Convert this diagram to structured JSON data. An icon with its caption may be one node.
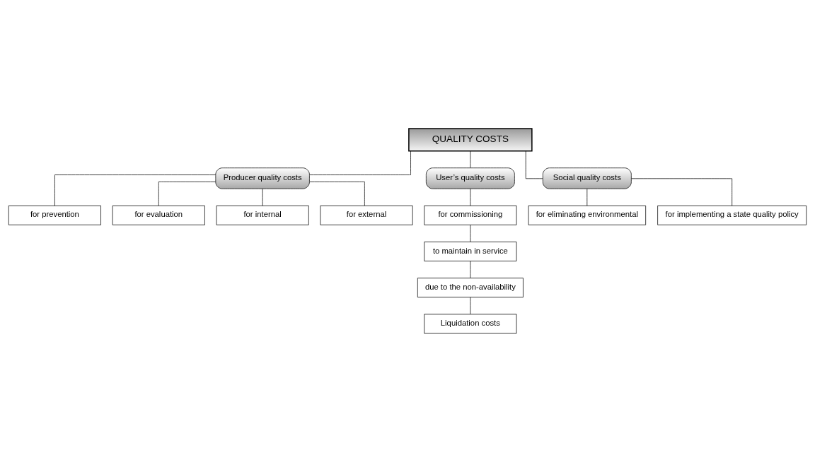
{
  "diagram": {
    "nodes": [
      {
        "text": [
          "QUALITY COSTS"
        ]
      },
      {
        "text": [
          "Producer quality costs"
        ]
      },
      {
        "text": [
          "User’s quality costs"
        ]
      },
      {
        "text": [
          "Social quality costs"
        ]
      },
      {
        "text": [
          "for prevention"
        ]
      },
      {
        "text": [
          "for evaluation"
        ]
      },
      {
        "text": [
          "for internal"
        ]
      },
      {
        "text": [
          "for external"
        ]
      },
      {
        "text": [
          "for commissioning"
        ]
      },
      {
        "text": [
          "to maintain in service"
        ]
      },
      {
        "text": [
          "due to the non-availability"
        ]
      },
      {
        "text": [
          "Liquidation costs"
        ]
      },
      {
        "text": [
          "for eliminating environmental"
        ]
      },
      {
        "text": [
          "for implementing a state quality policy"
        ]
      }
    ],
    "edges": [
      {
        "from": 0,
        "to": 1,
        "arrow": "none"
      },
      {
        "from": 0,
        "to": 2,
        "arrow": "none"
      },
      {
        "from": 0,
        "to": 3,
        "arrow": "none"
      },
      {
        "from": 1,
        "to": 4,
        "arrow": "none"
      },
      {
        "from": 1,
        "to": 5,
        "arrow": "none"
      },
      {
        "from": 1,
        "to": 6,
        "arrow": "none"
      },
      {
        "from": 1,
        "to": 7,
        "arrow": "none"
      },
      {
        "from": 2,
        "to": 8,
        "arrow": "none"
      },
      {
        "from": 8,
        "to": 9,
        "arrow": "none"
      },
      {
        "from": 9,
        "to": 10,
        "arrow": "none"
      },
      {
        "from": 10,
        "to": 11,
        "arrow": "none"
      },
      {
        "from": 3,
        "to": 12,
        "arrow": "none"
      },
      {
        "from": 3,
        "to": 13,
        "arrow": "none"
      }
    ]
  }
}
